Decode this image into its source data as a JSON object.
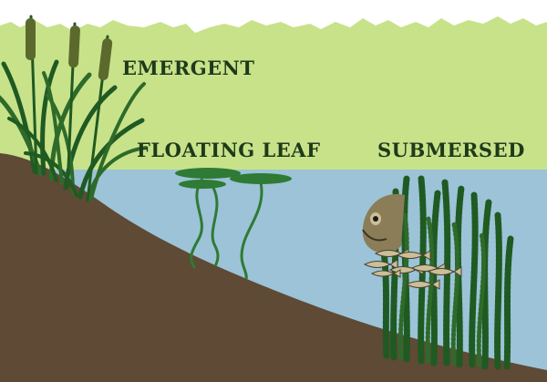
{
  "labels": {
    "emergent": "EMERGENT",
    "floating_leaf": "FLOATING LEAF",
    "submersed": "SUBMERSED"
  },
  "colors": {
    "sky": "#ffffff",
    "shore_vegetation": "#c8e28a",
    "water": "#9cc3d7",
    "soil": "#5e4a35",
    "plant_dark": "#1f5a22",
    "plant_mid": "#2e6b2a",
    "cattail_head": "#5b6a2c",
    "lily_pad": "#2f7a34",
    "label_text": "#1f3a1a",
    "fish": "#cbbf98"
  }
}
